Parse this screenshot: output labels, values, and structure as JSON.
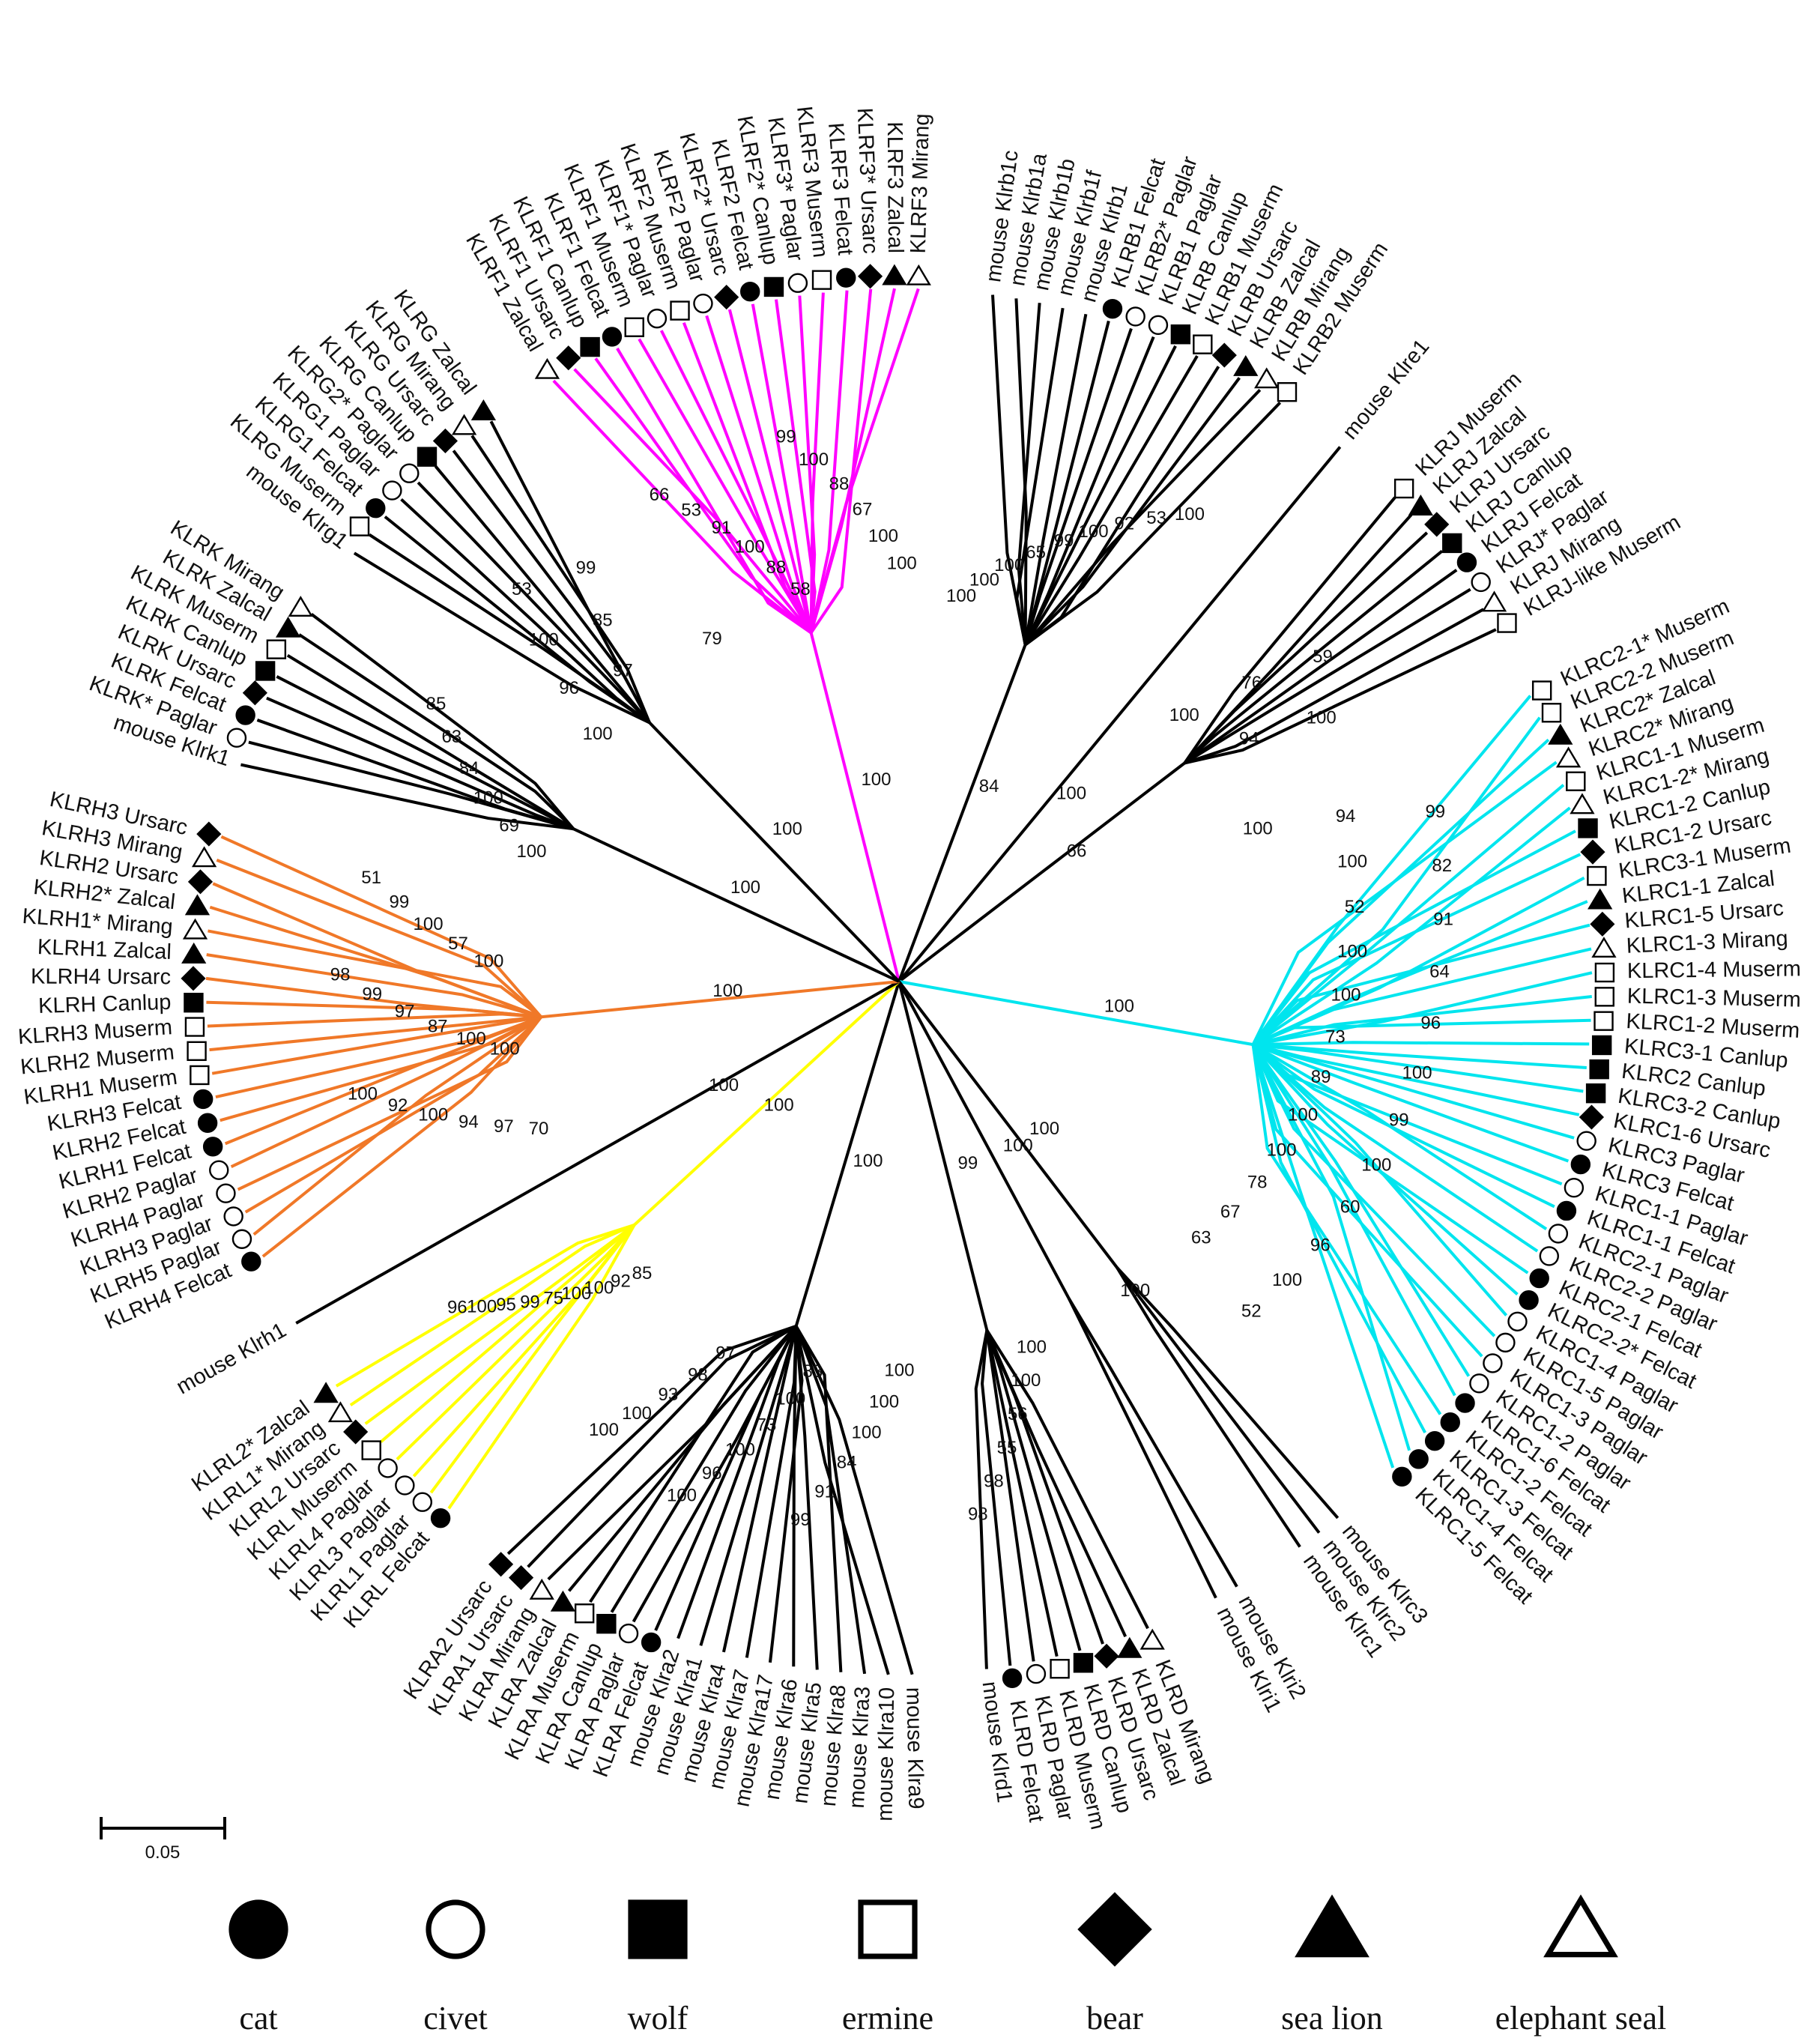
{
  "colors": {
    "default": "#000000",
    "KLRF": "#ff00ff",
    "KLRH": "#f07828",
    "KLRL": "#ffff00",
    "KLRC": "#00e5ee"
  },
  "scale_bar": {
    "label": "0.05"
  },
  "legend": [
    {
      "symbol": "filled-circle",
      "label": "cat"
    },
    {
      "symbol": "open-circle",
      "label": "civet"
    },
    {
      "symbol": "filled-square",
      "label": "wolf"
    },
    {
      "symbol": "open-square",
      "label": "ermine"
    },
    {
      "symbol": "filled-diamond",
      "label": "bear"
    },
    {
      "symbol": "filled-triangle",
      "label": "sea lion"
    },
    {
      "symbol": "open-triangle",
      "label": "elephant seal"
    }
  ],
  "clades": [
    {
      "group": "KLRF",
      "stem": 100,
      "leaves": [
        {
          "label": "KLRF1 Zalcal",
          "symbol": "open-triangle"
        },
        {
          "label": "KLRF1 Ursarc",
          "symbol": "filled-diamond"
        },
        {
          "label": "KLRF1 Canlup",
          "symbol": "filled-square"
        },
        {
          "label": "KLRF1 Felcat",
          "symbol": "filled-circle"
        },
        {
          "label": "KLRF1 Muserm",
          "symbol": "open-square"
        },
        {
          "label": "KLRF1* Paglar",
          "symbol": "open-circle"
        },
        {
          "label": "KLRF2 Muserm",
          "symbol": "open-square"
        },
        {
          "label": "KLRF2 Paglar",
          "symbol": "open-circle"
        },
        {
          "label": "KLRF2* Ursarc",
          "symbol": "filled-diamond"
        },
        {
          "label": "KLRF2 Felcat",
          "symbol": "filled-circle"
        },
        {
          "label": "KLRF2* Canlup",
          "symbol": "filled-square"
        },
        {
          "label": "KLRF3* Paglar",
          "symbol": "open-circle"
        },
        {
          "label": "KLRF3 Muserm",
          "symbol": "open-square"
        },
        {
          "label": "KLRF3 Felcat",
          "symbol": "filled-circle"
        },
        {
          "label": "KLRF3* Ursarc",
          "symbol": "filled-diamond"
        },
        {
          "label": "KLRF3 Zalcal",
          "symbol": "filled-triangle"
        },
        {
          "label": "KLRF3 Mirang",
          "symbol": "open-triangle"
        }
      ],
      "support": [
        "79",
        "66",
        "53",
        "91",
        "100",
        "88",
        "58",
        "99",
        "100",
        "88",
        "67",
        "100",
        "100"
      ]
    },
    {
      "group": "KLRB",
      "stem": 84,
      "leaves": [
        {
          "label": "mouse Klrb1c",
          "symbol": ""
        },
        {
          "label": "mouse Klrb1a",
          "symbol": ""
        },
        {
          "label": "mouse Klrb1b",
          "symbol": ""
        },
        {
          "label": "mouse Klrb1f",
          "symbol": ""
        },
        {
          "label": "mouse Klrb1",
          "symbol": ""
        },
        {
          "label": "KLRB1 Felcat",
          "symbol": "filled-circle"
        },
        {
          "label": "KLRB2* Paglar",
          "symbol": "open-circle"
        },
        {
          "label": "KLRB1 Paglar",
          "symbol": "open-circle"
        },
        {
          "label": "KLRB Canlup",
          "symbol": "filled-square"
        },
        {
          "label": "KLRB1 Muserm",
          "symbol": "open-square"
        },
        {
          "label": "KLRB Ursarc",
          "symbol": "filled-diamond"
        },
        {
          "label": "KLRB Zalcal",
          "symbol": "filled-triangle"
        },
        {
          "label": "KLRB Mirang",
          "symbol": "open-triangle"
        },
        {
          "label": "KLRB2 Muserm",
          "symbol": "open-square"
        }
      ],
      "support": [
        "100",
        "100",
        "100",
        "65",
        "99",
        "100",
        "92",
        "53",
        "100"
      ]
    },
    {
      "group": "KLRE",
      "stem": 100,
      "leaves": [
        {
          "label": "mouse Klre1",
          "symbol": ""
        }
      ],
      "support": []
    },
    {
      "group": "KLRJ",
      "stem": 66,
      "leaves": [
        {
          "label": "KLRJ Muserm",
          "symbol": "open-square"
        },
        {
          "label": "KLRJ Zalcal",
          "symbol": "filled-triangle"
        },
        {
          "label": "KLRJ Ursarc",
          "symbol": "filled-diamond"
        },
        {
          "label": "KLRJ Canlup",
          "symbol": "filled-square"
        },
        {
          "label": "KLRJ Felcat",
          "symbol": "filled-circle"
        },
        {
          "label": "KLRJ* Paglar",
          "symbol": "open-circle"
        },
        {
          "label": "KLRJ Mirang",
          "symbol": "open-triangle"
        },
        {
          "label": "KLRJ-like Muserm",
          "symbol": "open-square"
        }
      ],
      "support": [
        "100",
        "76",
        "59",
        "94",
        "100"
      ]
    },
    {
      "group": "KLRC",
      "stem": 100,
      "leaves": [
        {
          "label": "KLRC2-1* Muserm",
          "symbol": "open-square"
        },
        {
          "label": "KLRC2-2 Muserm",
          "symbol": "open-square"
        },
        {
          "label": "KLRC2* Zalcal",
          "symbol": "filled-triangle"
        },
        {
          "label": "KLRC2* Mirang",
          "symbol": "open-triangle"
        },
        {
          "label": "KLRC1-1 Muserm",
          "symbol": "open-square"
        },
        {
          "label": "KLRC1-2* Mirang",
          "symbol": "open-triangle"
        },
        {
          "label": "KLRC1-2 Canlup",
          "symbol": "filled-square"
        },
        {
          "label": "KLRC1-2 Ursarc",
          "symbol": "filled-diamond"
        },
        {
          "label": "KLRC3-1 Muserm",
          "symbol": "open-square"
        },
        {
          "label": "KLRC1-1 Zalcal",
          "symbol": "filled-triangle"
        },
        {
          "label": "KLRC1-5 Ursarc",
          "symbol": "filled-diamond"
        },
        {
          "label": "KLRC1-3 Mirang",
          "symbol": "open-triangle"
        },
        {
          "label": "KLRC1-4 Muserm",
          "symbol": "open-square"
        },
        {
          "label": "KLRC1-3 Muserm",
          "symbol": "open-square"
        },
        {
          "label": "KLRC1-2 Muserm",
          "symbol": "open-square"
        },
        {
          "label": "KLRC3-1 Canlup",
          "symbol": "filled-square"
        },
        {
          "label": "KLRC2 Canlup",
          "symbol": "filled-square"
        },
        {
          "label": "KLRC3-2 Canlup",
          "symbol": "filled-square"
        },
        {
          "label": "KLRC1-6 Ursarc",
          "symbol": "filled-diamond"
        },
        {
          "label": "KLRC3 Paglar",
          "symbol": "open-circle"
        },
        {
          "label": "KLRC3 Felcat",
          "symbol": "filled-circle"
        },
        {
          "label": "KLRC1-1 Paglar",
          "symbol": "open-circle"
        },
        {
          "label": "KLRC1-1 Felcat",
          "symbol": "filled-circle"
        },
        {
          "label": "KLRC2-1 Paglar",
          "symbol": "open-circle"
        },
        {
          "label": "KLRC2-2 Paglar",
          "symbol": "open-circle"
        },
        {
          "label": "KLRC2-1 Felcat",
          "symbol": "filled-circle"
        },
        {
          "label": "KLRC2-2* Felcat",
          "symbol": "filled-circle"
        },
        {
          "label": "KLRC1-4 Paglar",
          "symbol": "open-circle"
        },
        {
          "label": "KLRC1-5 Paglar",
          "symbol": "open-circle"
        },
        {
          "label": "KLRC1-3 Paglar",
          "symbol": "open-circle"
        },
        {
          "label": "KLRC1-2 Paglar",
          "symbol": "open-circle"
        },
        {
          "label": "KLRC1-6 Felcat",
          "symbol": "filled-circle"
        },
        {
          "label": "KLRC1-2 Felcat",
          "symbol": "filled-circle"
        },
        {
          "label": "KLRC1-3 Felcat",
          "symbol": "filled-circle"
        },
        {
          "label": "KLRC1-4 Felcat",
          "symbol": "filled-circle"
        },
        {
          "label": "KLRC1-5 Felcat",
          "symbol": "filled-circle"
        }
      ],
      "support": [
        "100",
        "94",
        "99",
        "100",
        "82",
        "52",
        "91",
        "100",
        "64",
        "100",
        "96",
        "73",
        "100",
        "89",
        "99",
        "100",
        "100",
        "100",
        "60",
        "78",
        "96",
        "67",
        "100",
        "63",
        "52"
      ]
    },
    {
      "group": "mouse Klrc",
      "stem": 100,
      "leaves": [
        {
          "label": "mouse Klrc3",
          "symbol": ""
        },
        {
          "label": "mouse Klrc2",
          "symbol": ""
        },
        {
          "label": "mouse Klrc1",
          "symbol": ""
        }
      ],
      "support": [
        "100"
      ]
    },
    {
      "group": "mouse Klri",
      "stem": 100,
      "leaves": [
        {
          "label": "mouse Klri2",
          "symbol": ""
        },
        {
          "label": "mouse Klri1",
          "symbol": ""
        }
      ],
      "support": []
    },
    {
      "group": "KLRD",
      "stem": 99,
      "leaves": [
        {
          "label": "KLRD Mirang",
          "symbol": "open-triangle"
        },
        {
          "label": "KLRD Zalcal",
          "symbol": "filled-triangle"
        },
        {
          "label": "KLRD Ursarc",
          "symbol": "filled-diamond"
        },
        {
          "label": "KLRD Canlup",
          "symbol": "filled-square"
        },
        {
          "label": "KLRD Muserm",
          "symbol": "open-square"
        },
        {
          "label": "KLRD Paglar",
          "symbol": "open-circle"
        },
        {
          "label": "KLRD Felcat",
          "symbol": "filled-circle"
        },
        {
          "label": "mouse Klrd1",
          "symbol": ""
        }
      ],
      "support": [
        "100",
        "100",
        "56",
        "55",
        "98",
        "98"
      ]
    },
    {
      "group": "KLRA",
      "stem": 100,
      "leaves": [
        {
          "label": "mouse Klra9",
          "symbol": ""
        },
        {
          "label": "mouse Klra10",
          "symbol": ""
        },
        {
          "label": "mouse Klra3",
          "symbol": ""
        },
        {
          "label": "mouse Klra8",
          "symbol": ""
        },
        {
          "label": "mouse Klra5",
          "symbol": ""
        },
        {
          "label": "mouse Klra6",
          "symbol": ""
        },
        {
          "label": "mouse Klra17",
          "symbol": ""
        },
        {
          "label": "mouse Klra7",
          "symbol": ""
        },
        {
          "label": "mouse Klra4",
          "symbol": ""
        },
        {
          "label": "mouse Klra1",
          "symbol": ""
        },
        {
          "label": "mouse Klra2",
          "symbol": ""
        },
        {
          "label": "KLRA Felcat",
          "symbol": "filled-circle"
        },
        {
          "label": "KLRA Paglar",
          "symbol": "open-circle"
        },
        {
          "label": "KLRA Canlup",
          "symbol": "filled-square"
        },
        {
          "label": "KLRA Muserm",
          "symbol": "open-square"
        },
        {
          "label": "KLRA Zalcal",
          "symbol": "filled-triangle"
        },
        {
          "label": "KLRA Mirang",
          "symbol": "open-triangle"
        },
        {
          "label": "KLRA1 Ursarc",
          "symbol": "filled-diamond"
        },
        {
          "label": "KLRA2 Ursarc",
          "symbol": "filled-diamond"
        }
      ],
      "support": [
        "100",
        "100",
        "100",
        "84",
        "91",
        "99",
        "83",
        "100",
        "73",
        "100",
        "96",
        "100",
        "97",
        "98",
        "93",
        "100",
        "100"
      ]
    },
    {
      "group": "KLRL",
      "stem": 100,
      "leaves": [
        {
          "label": "KLRL Felcat",
          "symbol": "filled-circle"
        },
        {
          "label": "KLRL1 Paglar",
          "symbol": "open-circle"
        },
        {
          "label": "KLRL3 Paglar",
          "symbol": "open-circle"
        },
        {
          "label": "KLRL4 Paglar",
          "symbol": "open-circle"
        },
        {
          "label": "KLRL Muserm",
          "symbol": "open-square"
        },
        {
          "label": "KLRL2 Ursarc",
          "symbol": "filled-diamond"
        },
        {
          "label": "KLRL1* Mirang",
          "symbol": "open-triangle"
        },
        {
          "label": "KLRL2* Zalcal",
          "symbol": "filled-triangle"
        }
      ],
      "support": [
        "85",
        "92",
        "100",
        "100",
        "75",
        "99",
        "95",
        "100",
        "96"
      ]
    },
    {
      "group": "mouse Klrh",
      "stem": 100,
      "leaves": [
        {
          "label": "mouse Klrh1",
          "symbol": ""
        }
      ],
      "support": []
    },
    {
      "group": "KLRH",
      "stem": 100,
      "leaves": [
        {
          "label": "KLRH4 Felcat",
          "symbol": "filled-circle"
        },
        {
          "label": "KLRH5 Paglar",
          "symbol": "open-circle"
        },
        {
          "label": "KLRH3 Paglar",
          "symbol": "open-circle"
        },
        {
          "label": "KLRH4 Paglar",
          "symbol": "open-circle"
        },
        {
          "label": "KLRH2 Paglar",
          "symbol": "open-circle"
        },
        {
          "label": "KLRH1 Felcat",
          "symbol": "filled-circle"
        },
        {
          "label": "KLRH2 Felcat",
          "symbol": "filled-circle"
        },
        {
          "label": "KLRH3 Felcat",
          "symbol": "filled-circle"
        },
        {
          "label": "KLRH1 Muserm",
          "symbol": "open-square"
        },
        {
          "label": "KLRH2 Muserm",
          "symbol": "open-square"
        },
        {
          "label": "KLRH3 Muserm",
          "symbol": "open-square"
        },
        {
          "label": "KLRH Canlup",
          "symbol": "filled-square"
        },
        {
          "label": "KLRH4 Ursarc",
          "symbol": "filled-diamond"
        },
        {
          "label": "KLRH1 Zalcal",
          "symbol": "filled-triangle"
        },
        {
          "label": "KLRH1* Mirang",
          "symbol": "open-triangle"
        },
        {
          "label": "KLRH2* Zalcal",
          "symbol": "filled-triangle"
        },
        {
          "label": "KLRH2 Ursarc",
          "symbol": "filled-diamond"
        },
        {
          "label": "KLRH3 Mirang",
          "symbol": "open-triangle"
        },
        {
          "label": "KLRH3 Ursarc",
          "symbol": "filled-diamond"
        }
      ],
      "support": [
        "70",
        "97",
        "94",
        "100",
        "92",
        "100",
        "100",
        "100",
        "87",
        "97",
        "99",
        "98",
        "100",
        "57",
        "100",
        "99",
        "51"
      ]
    },
    {
      "group": "KLRK",
      "stem": 100,
      "leaves": [
        {
          "label": "mouse Klrk1",
          "symbol": ""
        },
        {
          "label": "KLRK* Paglar",
          "symbol": "open-circle"
        },
        {
          "label": "KLRK Felcat",
          "symbol": "filled-circle"
        },
        {
          "label": "KLRK Ursarc",
          "symbol": "filled-diamond"
        },
        {
          "label": "KLRK Canlup",
          "symbol": "filled-square"
        },
        {
          "label": "KLRK Muserm",
          "symbol": "open-square"
        },
        {
          "label": "KLRK Zalcal",
          "symbol": "filled-triangle"
        },
        {
          "label": "KLRK Mirang",
          "symbol": "open-triangle"
        }
      ],
      "support": [
        "100",
        "69",
        "100",
        "84",
        "63",
        "85"
      ]
    },
    {
      "group": "KLRG",
      "stem": 100,
      "leaves": [
        {
          "label": "mouse Klrg1",
          "symbol": ""
        },
        {
          "label": "KLRG Muserm",
          "symbol": "open-square"
        },
        {
          "label": "KLRG1 Felcat",
          "symbol": "filled-circle"
        },
        {
          "label": "KLRG1 Paglar",
          "symbol": "open-circle"
        },
        {
          "label": "KLRG2* Paglar",
          "symbol": "open-circle"
        },
        {
          "label": "KLRG Canlup",
          "symbol": "filled-square"
        },
        {
          "label": "KLRG Ursarc",
          "symbol": "filled-diamond"
        },
        {
          "label": "KLRG Mirang",
          "symbol": "open-triangle"
        },
        {
          "label": "KLRG Zalcal",
          "symbol": "filled-triangle"
        }
      ],
      "support": [
        "100",
        "96",
        "100",
        "53",
        "97",
        "85",
        "99"
      ]
    }
  ]
}
